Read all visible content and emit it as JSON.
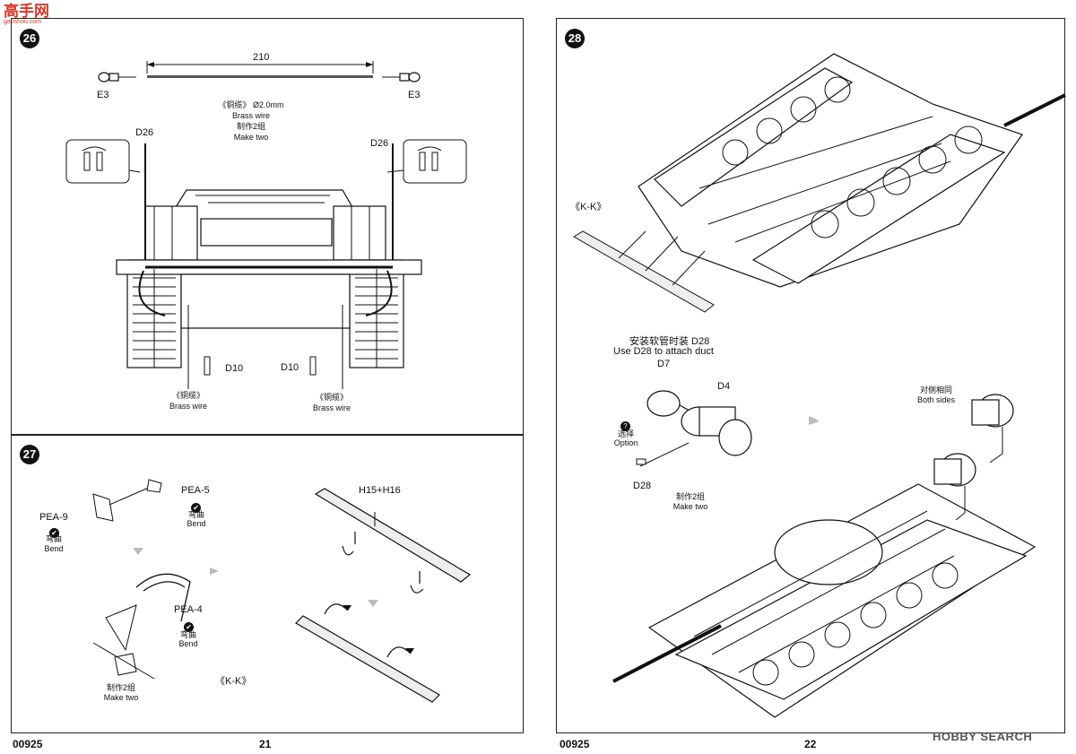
{
  "watermark": {
    "logo_text": "高手网",
    "logo_sub": "gaoshou.com"
  },
  "left_page": {
    "page_code": "00925",
    "page_number": "21",
    "step26": {
      "number": "26",
      "length_label": "210",
      "part_e3_left": "E3",
      "part_e3_right": "E3",
      "wire_cn": "《铜缆》 Ø2.0mm",
      "wire_en": "Brass wire",
      "make_two_cn": "制作2组",
      "make_two_en": "Make two",
      "d26_left": "D26",
      "d26_right": "D26",
      "d10_left": "D10",
      "d10_right": "D10",
      "brass_left_cn": "《铜缆》",
      "brass_left_en": "Brass wire",
      "brass_right_cn": "《铜缆》",
      "brass_right_en": "Brass wire"
    },
    "step27": {
      "number": "27",
      "pea9": "PEA-9",
      "pea9_bend_cn": "弯曲",
      "pea9_bend_en": "Bend",
      "pea5": "PEA-5",
      "pea5_bend_cn": "弯曲",
      "pea5_bend_en": "Bend",
      "pea4": "PEA-4",
      "pea4_bend_cn": "弯曲",
      "pea4_bend_en": "Bend",
      "make_two_cn": "制作2组",
      "make_two_en": "Make two",
      "kk_label": "《K-K》",
      "h15h16": "H15+H16"
    }
  },
  "right_page": {
    "page_code": "00925",
    "page_number": "22",
    "step28": {
      "number": "28",
      "kk_label": "《K-K》",
      "duct_cn": "安装软管时装 D28",
      "duct_en": "Use D28 to attach duct",
      "d7": "D7",
      "d4": "D4",
      "option_cn": "选择",
      "option_en": "Option",
      "d28": "D28",
      "make_two_cn": "制作2组",
      "make_two_en": "Make two",
      "both_sides_cn": "对侧相同",
      "both_sides_en": "Both sides"
    },
    "hobby_search": "HOBBY SEARCH"
  }
}
